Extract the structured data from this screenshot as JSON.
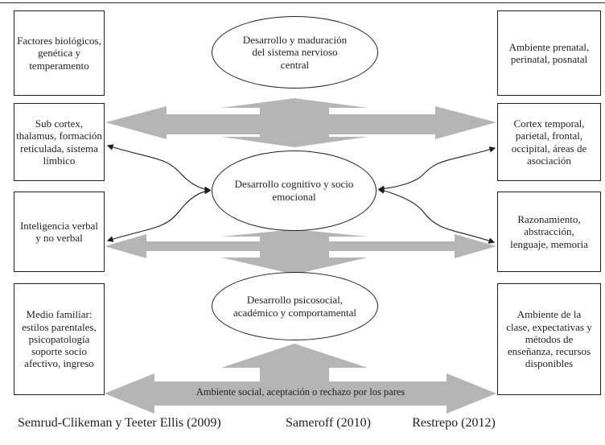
{
  "diagram": {
    "left_boxes": [
      {
        "text": "Factores biológicos,\ngenética y\ntemperamento"
      },
      {
        "text": "Sub cortex,\nthalamus,  formación\nreticulada, sistema\nlímbico"
      },
      {
        "text": "Inteligencia verbal\ny no verbal"
      },
      {
        "text": "Medio familiar:\nestilos parentales,\npsicopatología\nsoporte socio\nafectivo, ingreso"
      }
    ],
    "right_boxes": [
      {
        "text": "Ambiente prenatal,\nperinatal, posnatal"
      },
      {
        "text": "Cortex temporal,\nparietal, frontal,\noccipital, áreas de\nasociación"
      },
      {
        "text": "Razonamiento,\nabstracción,\nlenguaje, memoria"
      },
      {
        "text": "Ambiente de la\nclase, expectativas y\nmétodos de\nenseñanza, recursos\ndisponibles"
      }
    ],
    "ellipses": [
      {
        "text": "Desarrollo y maduración\ndel sistema nervioso\ncentral"
      },
      {
        "text": "Desarrollo cognitivo y socio\nemocional"
      },
      {
        "text": "Desarrollo psicosocial,\nacadémico y comportamental"
      }
    ],
    "bottom_arrow_label": "Ambiente social, aceptación o rechazo por los pares",
    "citations": [
      "Semrud-Clikeman y Teeter Ellis (2009)",
      "Sameroff (2010)",
      "Restrepo (2012)"
    ],
    "colors": {
      "arrow_gray": "#b5b5b5",
      "line_black": "#1f1f1f"
    }
  }
}
